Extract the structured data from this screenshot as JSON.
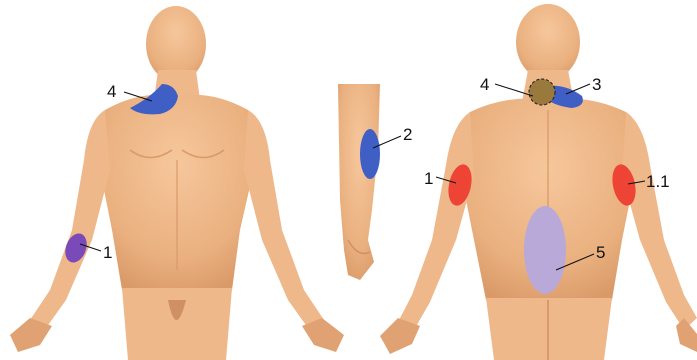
{
  "colors": {
    "skin": "#efb88a",
    "skin_shade": "#e0a273",
    "spot_red": "#ee4436",
    "spot_blue": "#3f5fc4",
    "spot_purple": "#7a4ab8",
    "spot_lavender": "#b8a9d8",
    "spot_olive": "#9a7a3c"
  },
  "views": {
    "front": {
      "labels": [
        "4",
        "1"
      ]
    },
    "forearm": {
      "labels": [
        "2"
      ]
    },
    "back": {
      "labels": [
        "4",
        "3",
        "1",
        "1.1",
        "5"
      ]
    }
  }
}
